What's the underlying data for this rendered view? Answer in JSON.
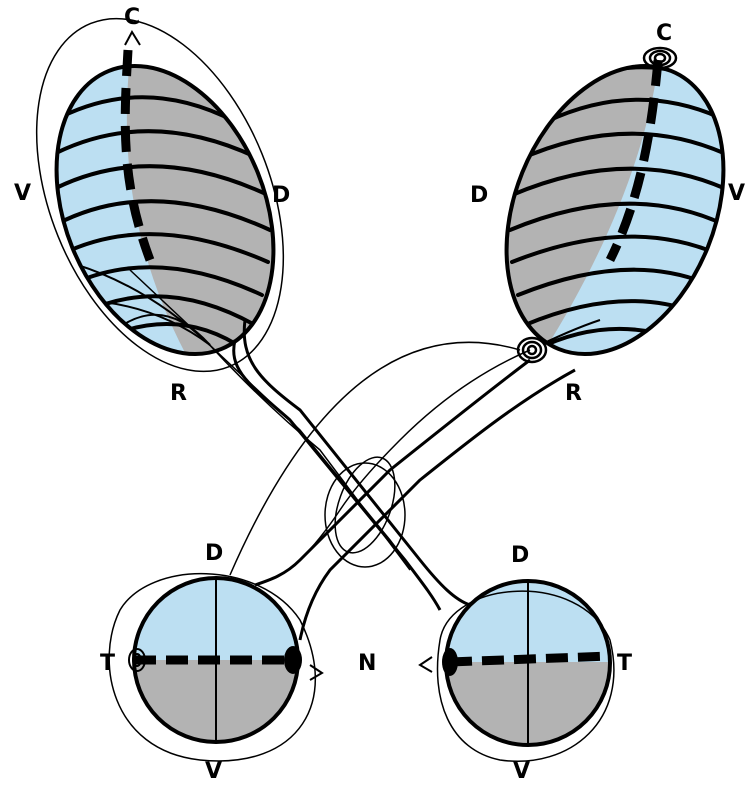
{
  "labels": {
    "left_tectum_caudal": "C",
    "left_tectum_ventral": "V",
    "left_tectum_dorsal": "D",
    "left_tectum_rostral": "R",
    "right_tectum_caudal": "C",
    "right_tectum_dorsal": "D",
    "right_tectum_ventral": "V",
    "right_tectum_rostral": "R",
    "left_eye_dorsal": "D",
    "left_eye_temporal": "T",
    "left_eye_ventral": "V",
    "nasal": "N",
    "right_eye_dorsal": "D",
    "right_eye_temporal": "T",
    "right_eye_ventral": "V"
  },
  "colors": {
    "blue_region": "#bcdff2",
    "gray_region": "#b3b3b3",
    "outline": "#000000",
    "background": "#ffffff"
  }
}
